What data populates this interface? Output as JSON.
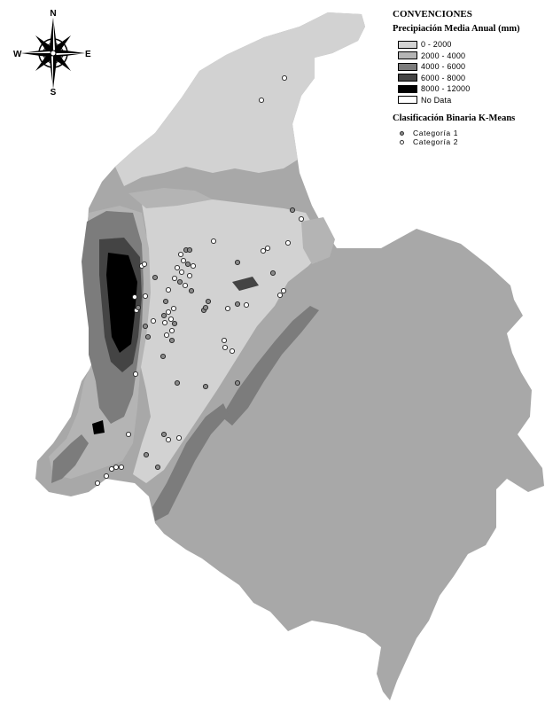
{
  "compass": {
    "n": "N",
    "s": "S",
    "e": "E",
    "w": "W"
  },
  "legend": {
    "title": "CONVENCIONES",
    "precip_title": "Precipiación Media Anual (mm)",
    "classes": [
      {
        "label": "0 - 2000",
        "color": "#d2d2d2"
      },
      {
        "label": "2000 - 4000",
        "color": "#b4b4b4"
      },
      {
        "label": "4000 - 6000",
        "color": "#7c7c7c"
      },
      {
        "label": "6000 - 8000",
        "color": "#444444"
      },
      {
        "label": "8000 - 12000",
        "color": "#000000"
      },
      {
        "label": "No Data",
        "color": "#ffffff"
      }
    ],
    "kmeans_title": "Clasificación Binaria K-Means",
    "categories": [
      {
        "label": "Categoría 1",
        "color": "#8a8a8a"
      },
      {
        "label": "Categoría 2",
        "color": "#ffffff"
      }
    ]
  },
  "colors": {
    "main": "#a8a8a8",
    "light": "#d2d2d2",
    "mid": "#b4b4b4",
    "dark": "#7c7c7c",
    "darker": "#444444",
    "black": "#000000"
  }
}
